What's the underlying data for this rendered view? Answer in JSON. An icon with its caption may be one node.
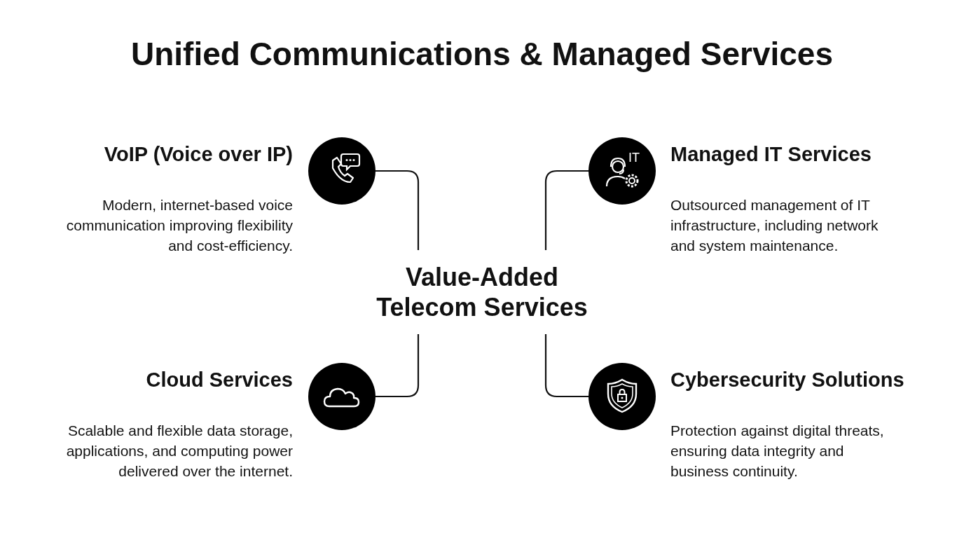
{
  "diagram": {
    "title": "Unified Communications & Managed Services",
    "nodes": [
      {
        "text": [],
        "shape": "circle",
        "beside": [
          "VoIP (Voice over IP)",
          "Modern, internet-based voice communication improving flexibility and cost-efficiency."
        ]
      },
      {
        "text": [
          "IT"
        ],
        "beside": [
          "Managed IT Services",
          "Outsourced management of IT infrastructure, including network and system maintenance."
        ]
      },
      {
        "text": [
          "Value-Added Telecom Services"
        ]
      },
      {
        "text": [],
        "shape": "circle",
        "beside": [
          "Cloud Services",
          "Scalable and flexible data storage, applications, and computing power delivered over the internet."
        ]
      },
      {
        "text": [],
        "shape": "circle",
        "beside": [
          "Cybersecurity Solutions",
          "Protection against digital threats, ensuring data integrity and business continuity."
        ]
      }
    ],
    "edges": [
      {
        "from": 2,
        "to": 0,
        "arrow": "none"
      },
      {
        "from": 2,
        "to": 1,
        "arrow": "none"
      },
      {
        "from": 2,
        "to": 3,
        "arrow": "none"
      },
      {
        "from": 2,
        "to": 4,
        "arrow": "none"
      }
    ]
  }
}
